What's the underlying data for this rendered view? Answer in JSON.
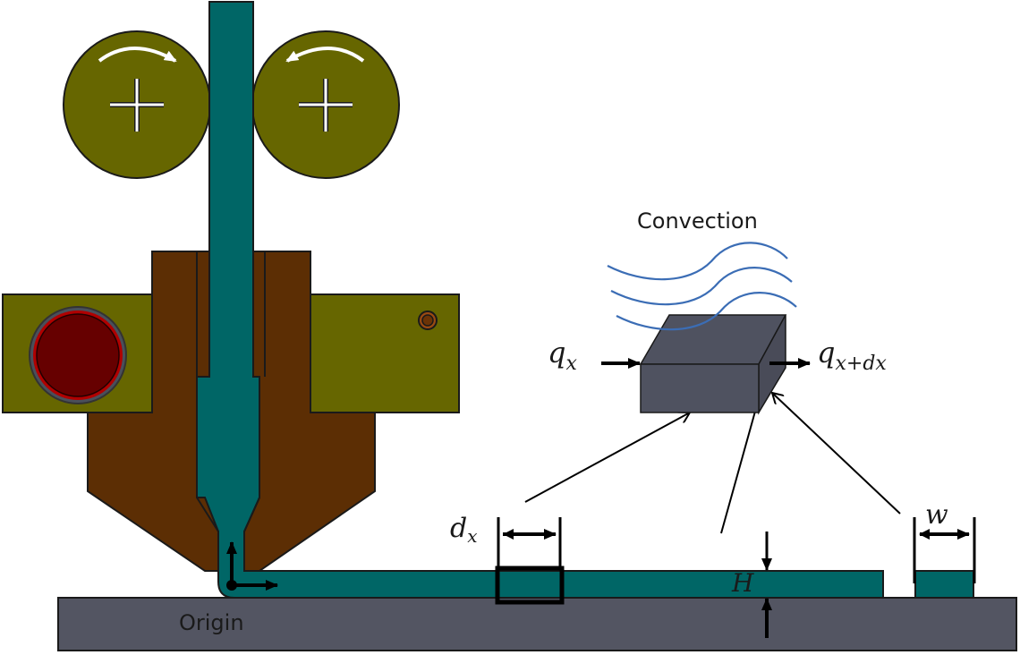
{
  "labels": {
    "convection": "Convection",
    "origin": "Origin",
    "q_in_base": "q",
    "q_in_sub": "x",
    "q_out_base": "q",
    "q_out_sub": "x+dx",
    "dx_base": "d",
    "dx_sub": "x",
    "height": "H",
    "width": "w"
  },
  "colors": {
    "filament": "#006666",
    "roller": "#666600",
    "heater_block": "#666600",
    "nozzle_body": "#5c2e04",
    "heater_cartridge": "#660000",
    "heater_ring": "#b00000",
    "bed": "#535562",
    "element_cube": "#4f5260",
    "convection_waves": "#3b6db5",
    "outline": "#1a1a1a",
    "arrow": "#000000",
    "roller_mark": "#ffffff"
  },
  "components": [
    {
      "id": "roller-left",
      "name": "Feed roller (left)",
      "rotation": "clockwise"
    },
    {
      "id": "roller-right",
      "name": "Feed roller (right)",
      "rotation": "counter-clockwise"
    },
    {
      "id": "filament",
      "name": "Filament"
    },
    {
      "id": "heater-block",
      "name": "Heater block"
    },
    {
      "id": "nozzle",
      "name": "Nozzle"
    },
    {
      "id": "bed",
      "name": "Build platform"
    },
    {
      "id": "deposited-bead",
      "name": "Deposited road"
    },
    {
      "id": "element",
      "name": "Differential element dx"
    }
  ]
}
